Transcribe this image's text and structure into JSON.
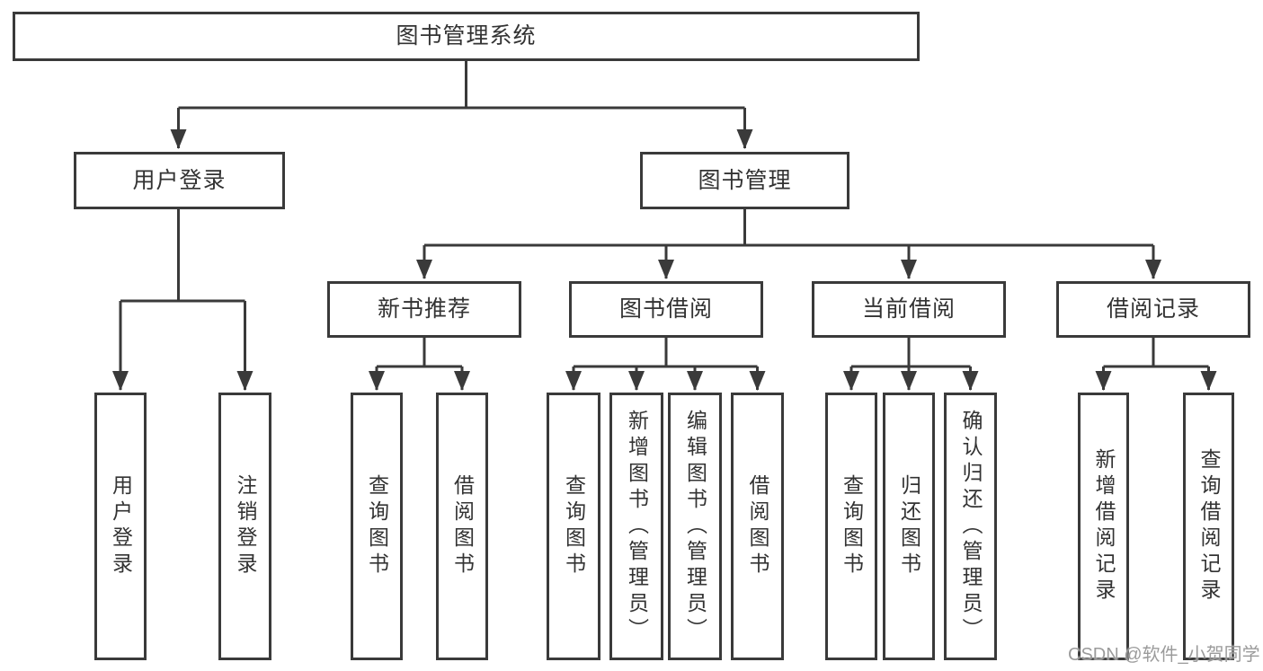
{
  "tree": {
    "label": "图书管理系统",
    "children": [
      {
        "label": "用户登录",
        "children": [
          {
            "label": "用户登录"
          },
          {
            "label": "注销登录"
          }
        ]
      },
      {
        "label": "图书管理",
        "children": [
          {
            "label": "新书推荐",
            "children": [
              {
                "label": "查询图书"
              },
              {
                "label": "借阅图书"
              }
            ]
          },
          {
            "label": "图书借阅",
            "children": [
              {
                "label": "查询图书"
              },
              {
                "label": "新增图书（管理员）"
              },
              {
                "label": "编辑图书（管理员）"
              },
              {
                "label": "借阅图书"
              }
            ]
          },
          {
            "label": "当前借阅",
            "children": [
              {
                "label": "查询图书"
              },
              {
                "label": "归还图书"
              },
              {
                "label": "确认归还（管理员）"
              }
            ]
          },
          {
            "label": "借阅记录",
            "children": [
              {
                "label": "新增借阅记录"
              },
              {
                "label": "查询借阅记录"
              }
            ]
          }
        ]
      }
    ]
  },
  "watermark": "CSDN @软件_小贺同学",
  "colors": {
    "line": "#3a3a3a",
    "text": "#333333",
    "background": "#ffffff",
    "watermark": "#969696"
  }
}
